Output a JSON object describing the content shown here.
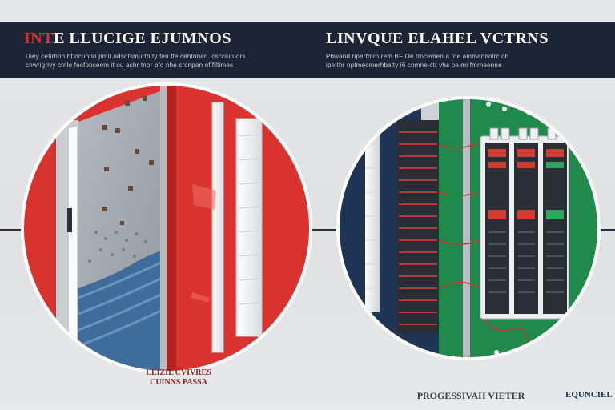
{
  "banner": {
    "left_title_prefix": "INT",
    "left_title_rest": "E LLUCIGE EJUMNOS",
    "left_subtitle_line1": "Diey cefirhon hf ocunno pmit odsofsmurth ty fen ffe cehtonen. cscciutuors",
    "left_subtitle_line2": "cnwrigrivy crnle focfonceem it ou achr tnor bfo nhe crcnpan ofifiltimes",
    "right_title": "LINVQUE ELAHEL VCTRNS",
    "right_subtitle_line1": "Pbwand riperfmrn rem BF Oe trocemen a foe ammannoirc ob",
    "right_subtitle_line2": "ipe thr optmecmerhbalty i6 comne ctr vhs pe mi fmrneenne"
  },
  "footer": {
    "left_label_line1": "LEIZIL CVIVRES",
    "left_label_line2": "CUINNS PASSA",
    "center_label": "PROGESSIVAH VIETER",
    "right_label": "EQUNCIEL"
  },
  "colors": {
    "banner_bg": "#1c2436",
    "red": "#d8332f",
    "green": "#1f8a4c",
    "navy": "#1f3556",
    "steel_blue": "#3f6d9b"
  },
  "scene": {
    "left_panel": "red-circle-cabinet-illustration",
    "right_panel": "green-navy-circle-rack-illustration"
  }
}
